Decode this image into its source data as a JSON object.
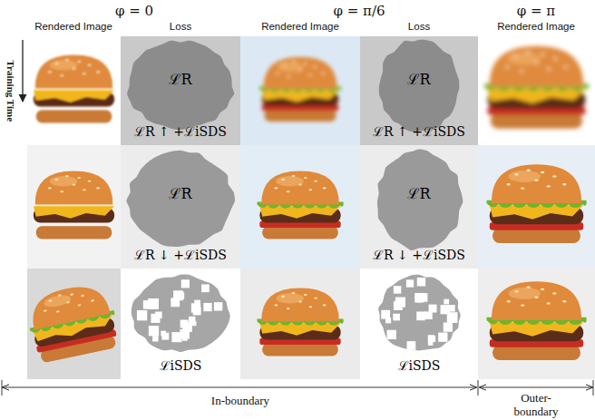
{
  "diagram": {
    "nodes": [
      {
        "text": [
          "ℒR",
          "ℒR ↑ +ℒiSDS"
        ]
      },
      {
        "text": [
          "ℒR",
          "ℒR ↑ +ℒiSDS"
        ]
      },
      {
        "text": [
          "ℒR",
          "ℒR ↓ +ℒiSDS"
        ]
      },
      {
        "text": [
          "ℒR",
          "ℒR ↓ +ℒiSDS"
        ]
      },
      {
        "text": [
          "ℒiSDS"
        ]
      },
      {
        "text": [
          "ℒiSDS"
        ]
      }
    ],
    "labels": [
      "φ = 0",
      "Rendered Image",
      "Loss",
      "φ = π/6",
      "Rendered Image",
      "Loss",
      "φ = π",
      "Rendered Image",
      "Training Time",
      "In-boundary",
      "Outer- boundary"
    ]
  }
}
